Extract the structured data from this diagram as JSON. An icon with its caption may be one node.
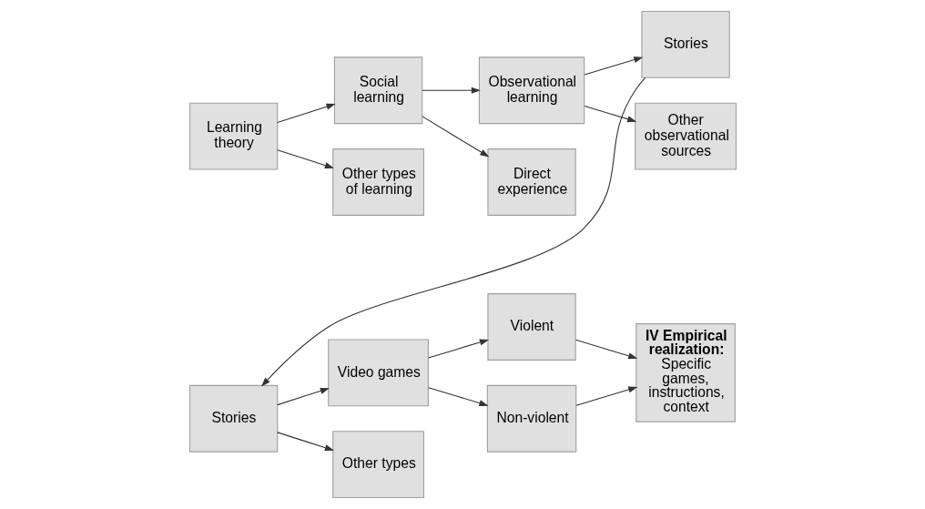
{
  "diagram": {
    "nodes": [
      {
        "text": [
          "Learning theory"
        ]
      },
      {
        "text": [
          "Social learning"
        ]
      },
      {
        "text": [
          "Other types of learning"
        ]
      },
      {
        "text": [
          "Observational learning"
        ]
      },
      {
        "text": [
          "Direct experience"
        ]
      },
      {
        "text": [
          "Stories"
        ]
      },
      {
        "text": [
          "Other observational sources"
        ]
      },
      {
        "text": [
          "Stories"
        ]
      },
      {
        "text": [
          "Video games"
        ]
      },
      {
        "text": [
          "Other types"
        ]
      },
      {
        "text": [
          "Violent"
        ]
      },
      {
        "text": [
          "Non-violent"
        ]
      },
      {
        "text": [
          "IV Empirical realization:",
          "Specific games, instructions, context"
        ]
      }
    ],
    "edges": [
      {
        "from": 0,
        "to": 1,
        "arrow": "to"
      },
      {
        "from": 0,
        "to": 2,
        "arrow": "to"
      },
      {
        "from": 1,
        "to": 3,
        "arrow": "to"
      },
      {
        "from": 1,
        "to": 4,
        "arrow": "to"
      },
      {
        "from": 3,
        "to": 5,
        "arrow": "to"
      },
      {
        "from": 3,
        "to": 6,
        "arrow": "to"
      },
      {
        "from": 5,
        "to": 7,
        "arrow": "to"
      },
      {
        "from": 7,
        "to": 8,
        "arrow": "to"
      },
      {
        "from": 7,
        "to": 9,
        "arrow": "to"
      },
      {
        "from": 8,
        "to": 10,
        "arrow": "to"
      },
      {
        "from": 8,
        "to": 11,
        "arrow": "to"
      },
      {
        "from": 10,
        "to": 12,
        "arrow": "to"
      },
      {
        "from": 11,
        "to": 12,
        "arrow": "to"
      }
    ]
  }
}
